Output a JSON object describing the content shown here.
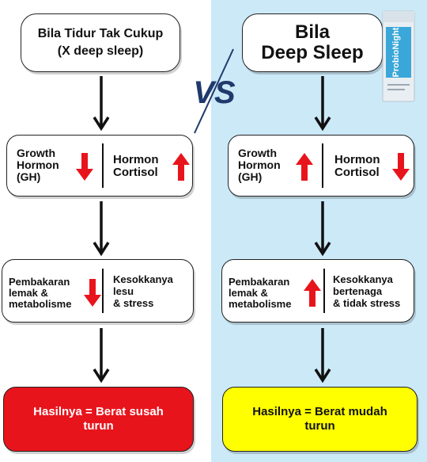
{
  "colors": {
    "right_bg": "#cce9f8",
    "red_arrow": "#e8141c",
    "result_left_bg": "#e8141c",
    "result_right_bg": "#ffff00",
    "vs_navy": "#1f3a6b"
  },
  "vs_text": "VS",
  "product": {
    "brand": "ProbioNight",
    "icon": "product-box-icon"
  },
  "left": {
    "title_line1": "Bila Tidur Tak Cukup",
    "title_line2": "(X deep sleep)",
    "row1": {
      "left_text": [
        "Growth",
        "Hormon",
        "(GH)"
      ],
      "left_direction": "down",
      "right_text": [
        "Hormon",
        "Cortisol"
      ],
      "right_direction": "up"
    },
    "row2": {
      "left_text": [
        "Pembakaran",
        "lemak &",
        "metabolisme"
      ],
      "left_direction": "down",
      "right_text": [
        "Kesokkanya",
        "lesu",
        "& stress"
      ]
    },
    "result": [
      "Hasilnya =  Berat susah",
      "turun"
    ]
  },
  "right": {
    "title_line1": "Bila",
    "title_line2": "Deep Sleep",
    "row1": {
      "left_text": [
        "Growth",
        "Hormon",
        "(GH)"
      ],
      "left_direction": "up",
      "right_text": [
        "Hormon",
        "Cortisol"
      ],
      "right_direction": "down"
    },
    "row2": {
      "left_text": [
        "Pembakaran",
        "lemak &",
        "metabolisme"
      ],
      "left_direction": "up",
      "right_text": [
        "Kesokkanya",
        "bertenaga",
        "& tidak stress"
      ]
    },
    "result": [
      "Hasilnya =  Berat mudah",
      "turun"
    ]
  }
}
